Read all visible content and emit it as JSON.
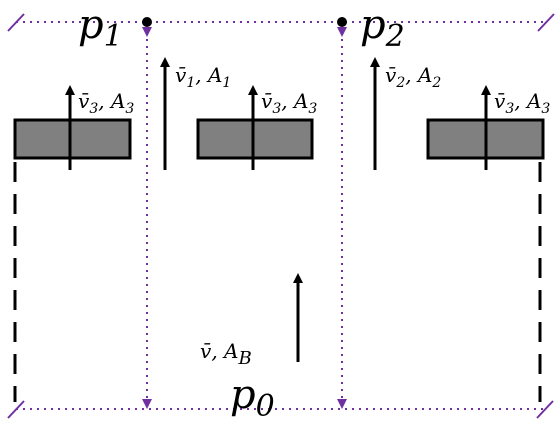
{
  "points": {
    "p1": {
      "base": "p",
      "sub": "1"
    },
    "p2": {
      "base": "p",
      "sub": "2"
    },
    "p0": {
      "base": "p",
      "sub": "0"
    }
  },
  "vectors": {
    "v1": {
      "base": "v̄",
      "sub": "1",
      "sep": ", ",
      "a": "A",
      "asub": "1"
    },
    "v2": {
      "base": "v̄",
      "sub": "2",
      "sep": ", ",
      "a": "A",
      "asub": "2"
    },
    "v3": {
      "base": "v̄",
      "sub": "3",
      "sep": ", ",
      "a": "A",
      "asub": "3"
    },
    "vB": {
      "base": "v̄",
      "sep": ", ",
      "a": "A",
      "asub": "B"
    }
  },
  "colors": {
    "line": "#000000",
    "dotted": "#7030a0",
    "plate_fill": "#808080",
    "plate_stroke": "#000000"
  }
}
